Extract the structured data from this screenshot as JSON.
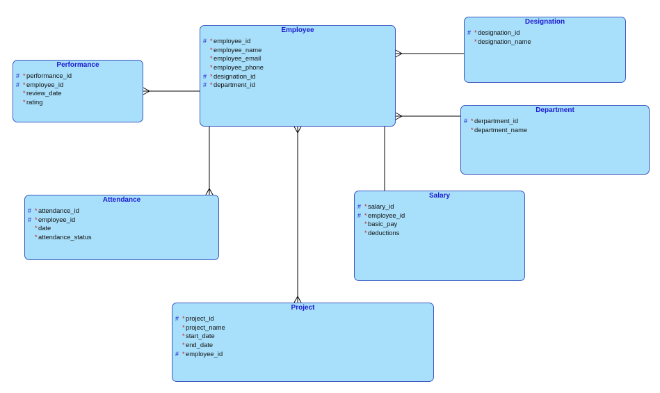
{
  "diagram": {
    "entities": [
      {
        "key": "employee",
        "title": "Employee",
        "attributes": [
          {
            "pk": true,
            "name": "employee_id"
          },
          {
            "pk": false,
            "name": "employee_name"
          },
          {
            "pk": false,
            "name": "employee_email"
          },
          {
            "pk": false,
            "name": "employee_phone"
          },
          {
            "pk": true,
            "name": "designation_id"
          },
          {
            "pk": true,
            "name": "department_id"
          }
        ]
      },
      {
        "key": "designation",
        "title": "Designation",
        "attributes": [
          {
            "pk": true,
            "name": "designation_id"
          },
          {
            "pk": false,
            "name": "designation_name"
          }
        ]
      },
      {
        "key": "performance",
        "title": "Performance",
        "attributes": [
          {
            "pk": true,
            "name": "performance_id"
          },
          {
            "pk": true,
            "name": "employee_id"
          },
          {
            "pk": false,
            "name": "review_date"
          },
          {
            "pk": false,
            "name": "rating"
          }
        ]
      },
      {
        "key": "department",
        "title": "Department",
        "attributes": [
          {
            "pk": true,
            "name": "derpartment_id"
          },
          {
            "pk": false,
            "name": "department_name"
          }
        ]
      },
      {
        "key": "attendance",
        "title": "Attendance",
        "attributes": [
          {
            "pk": true,
            "name": "attendance_id"
          },
          {
            "pk": true,
            "name": "employee_id"
          },
          {
            "pk": false,
            "name": "date"
          },
          {
            "pk": false,
            "name": "attendance_status"
          }
        ]
      },
      {
        "key": "salary",
        "title": "Salary",
        "attributes": [
          {
            "pk": true,
            "name": "salary_id"
          },
          {
            "pk": true,
            "name": "employee_id"
          },
          {
            "pk": false,
            "name": "basic_pay"
          },
          {
            "pk": false,
            "name": "deductions"
          }
        ]
      },
      {
        "key": "project",
        "title": "Project",
        "attributes": [
          {
            "pk": true,
            "name": "project_id"
          },
          {
            "pk": false,
            "name": "project_name"
          },
          {
            "pk": false,
            "name": "start_date"
          },
          {
            "pk": false,
            "name": "end_date"
          },
          {
            "pk": true,
            "name": "employee_id"
          }
        ]
      }
    ],
    "relationships": [
      {
        "from": "employee",
        "to": "designation",
        "many_end": "employee"
      },
      {
        "from": "employee",
        "to": "performance",
        "many_end": "performance"
      },
      {
        "from": "employee",
        "to": "department",
        "many_end": "employee"
      },
      {
        "from": "employee",
        "to": "attendance",
        "many_end": "attendance"
      },
      {
        "from": "employee",
        "to": "project",
        "many_end": "both"
      },
      {
        "from": "employee",
        "to": "salary",
        "many_end": "none"
      }
    ],
    "symbols": {
      "pk": "#",
      "required": "*"
    },
    "colors": {
      "entity_fill": "#a8e0fb",
      "entity_border": "#3a56c0",
      "title": "#1a1ad0",
      "required": "#d01818",
      "line": "#000000"
    }
  }
}
